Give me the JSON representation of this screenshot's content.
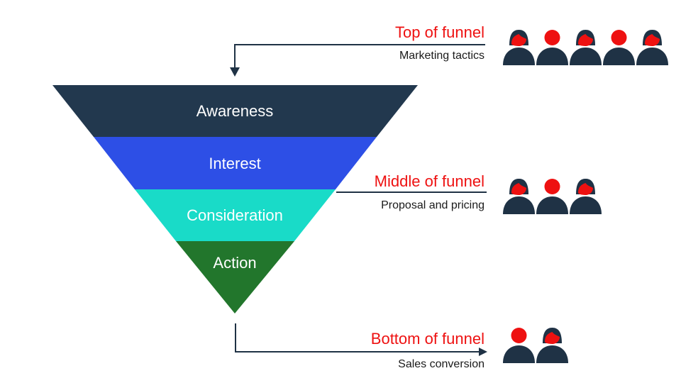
{
  "funnel": {
    "bands": [
      {
        "label": "Awareness",
        "color": "#22384e"
      },
      {
        "label": "Interest",
        "color": "#2d4fe6"
      },
      {
        "label": "Consideration",
        "color": "#19dbc8"
      },
      {
        "label": "Action",
        "color": "#22762c"
      }
    ]
  },
  "stages": [
    {
      "title": "Top of funnel",
      "subtitle": "Marketing tactics",
      "people": [
        "female",
        "male",
        "female",
        "male",
        "female"
      ]
    },
    {
      "title": "Middle of funnel",
      "subtitle": "Proposal and pricing",
      "people": [
        "female",
        "male",
        "female"
      ]
    },
    {
      "title": "Bottom of funnel",
      "subtitle": "Sales conversion",
      "people": [
        "male",
        "female"
      ]
    }
  ],
  "colors": {
    "accent_red": "#ee1111",
    "dark_navy": "#1f3245",
    "line": "#1f3245"
  },
  "icons": {
    "arrow": "arrow-icon",
    "person_female": "person-female-icon",
    "person_male": "person-male-icon"
  }
}
